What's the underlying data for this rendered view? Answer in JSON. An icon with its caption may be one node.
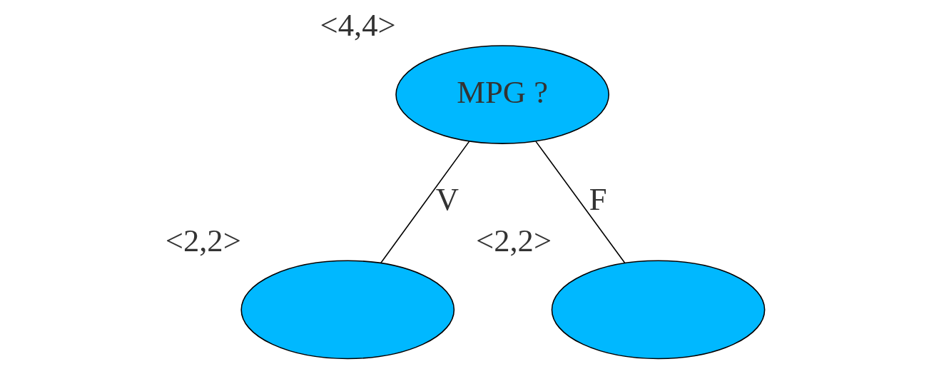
{
  "diagram": {
    "nodes": [
      {
        "text": [
          "MPG ?"
        ],
        "beside": [
          "<4,4>"
        ]
      },
      {
        "text": [],
        "shape": "ellipse",
        "beside": [
          "<2,2>"
        ]
      },
      {
        "text": [],
        "shape": "ellipse",
        "beside": [
          "<2,2>"
        ]
      }
    ],
    "edges": [
      {
        "from": 0,
        "to": 1,
        "arrow": "none",
        "label": "V"
      },
      {
        "from": 0,
        "to": 2,
        "arrow": "none",
        "label": "F"
      }
    ]
  }
}
